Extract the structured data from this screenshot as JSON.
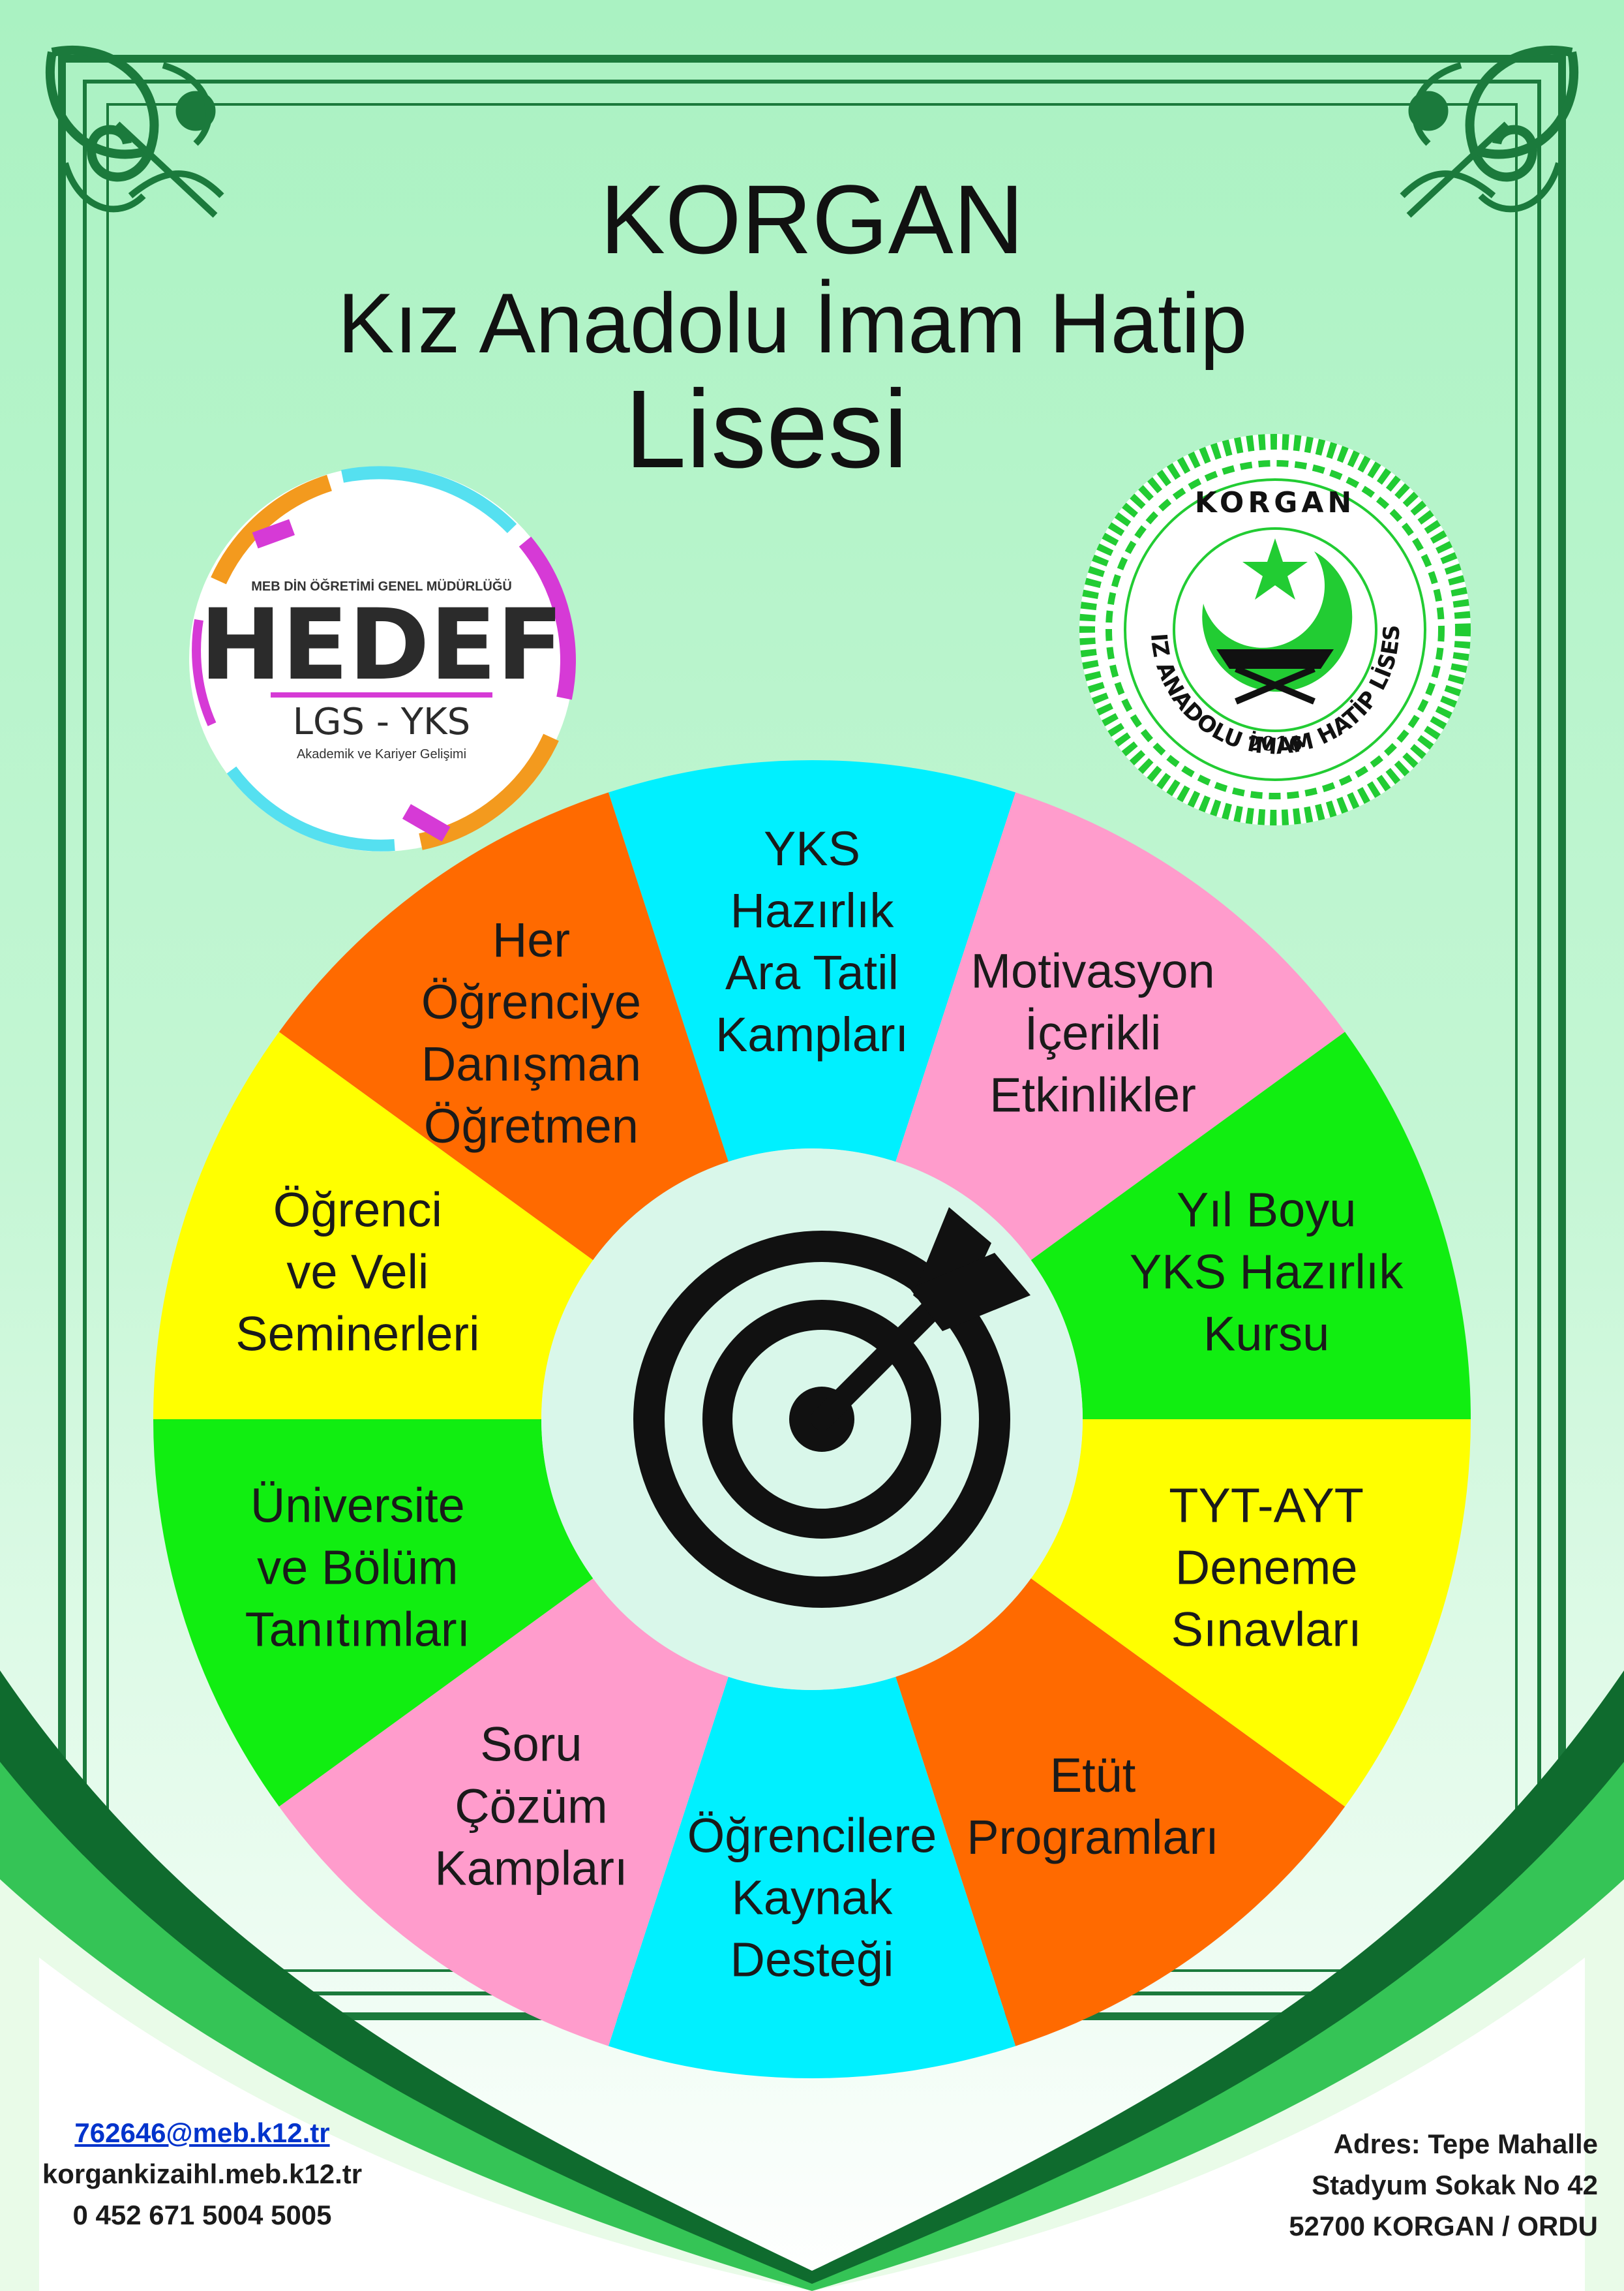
{
  "poster": {
    "title_line1": "KORGAN",
    "title_line2": "Kız Anadolu İmam Hatip",
    "title_line3": "Lisesi"
  },
  "hedef_logo": {
    "top_text": "MEB DİN ÖĞRETİMİ GENEL MÜDÜRLÜĞÜ",
    "main_text": "HEDEF",
    "sub_text": "LGS - YKS",
    "small_text": "Akademik ve Kariyer Gelişimi"
  },
  "school_seal": {
    "top_text": "KORGAN",
    "ring_text": "KIZ ANADOLU İMAM HATİP LİSESİ",
    "year": "2016"
  },
  "wheel": {
    "segments": [
      {
        "lines": [
          "YKS",
          "Hazırlık",
          "Ara Tatil",
          "Kampları"
        ],
        "color": "#00f0ff"
      },
      {
        "lines": [
          "Motivasyon",
          "İçerikli",
          "Etkinlikler"
        ],
        "color": "#ff9ccc"
      },
      {
        "lines": [
          "Yıl Boyu",
          "YKS Hazırlık",
          "Kursu"
        ],
        "color": "#11ee11"
      },
      {
        "lines": [
          "TYT-AYT",
          "Deneme",
          "Sınavları"
        ],
        "color": "#ffff00"
      },
      {
        "lines": [
          "Etüt",
          "Programları"
        ],
        "color": "#ff6a00"
      },
      {
        "lines": [
          "Öğrencilere",
          "Kaynak",
          "Desteği"
        ],
        "color": "#00f0ff"
      },
      {
        "lines": [
          "Soru",
          "Çözüm",
          "Kampları"
        ],
        "color": "#ff9ccc"
      },
      {
        "lines": [
          "Üniversite",
          "ve Bölüm",
          "Tanıtımları"
        ],
        "color": "#11ee11"
      },
      {
        "lines": [
          "Öğrenci",
          "ve Veli",
          "Seminerleri"
        ],
        "color": "#ffff00"
      },
      {
        "lines": [
          "Her",
          "Öğrenciye",
          "Danışman",
          "Öğretmen"
        ],
        "color": "#ff6a00"
      }
    ]
  },
  "footer": {
    "email": "762646@meb.k12.tr",
    "website": "korgankizaihl.meb.k12.tr",
    "phone": "0 452 671 5004 5005",
    "address_line1": "Adres: Tepe Mahalle",
    "address_line2": "Stadyum Sokak No 42",
    "address_line3": "52700 KORGAN / ORDU"
  },
  "colors": {
    "background": "#c9f7d9",
    "frame_green": "#1b7a3c",
    "banner_dark": "#0f6b2e",
    "banner_light": "#35c456"
  }
}
